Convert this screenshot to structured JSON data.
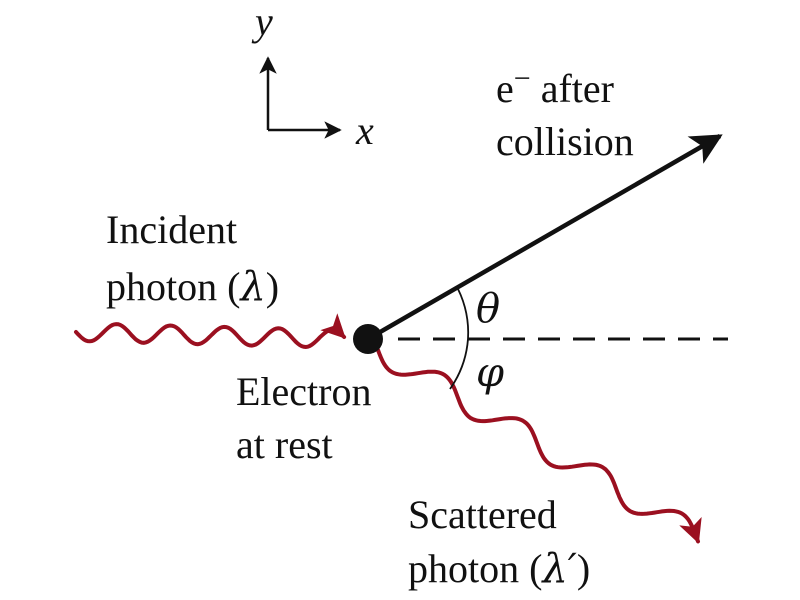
{
  "axes": {
    "y_label": "y",
    "x_label": "x"
  },
  "electron_after": {
    "line1_symbol": "e",
    "line1_superscript": "−",
    "line1_rest": " after",
    "line2": "collision"
  },
  "incident_photon": {
    "line1": "Incident",
    "line2_prefix": "photon (",
    "line2_symbol": "λ",
    "line2_suffix": ")"
  },
  "electron_rest": {
    "line1": "Electron",
    "line2": "at rest"
  },
  "scattered_photon": {
    "line1": "Scattered",
    "line2_prefix": "photon (",
    "line2_symbol": "λ′",
    "line2_suffix": ")"
  },
  "angles": {
    "theta": "θ",
    "phi": "φ"
  },
  "colors": {
    "photon": "#9b1020",
    "ink": "#111111"
  }
}
